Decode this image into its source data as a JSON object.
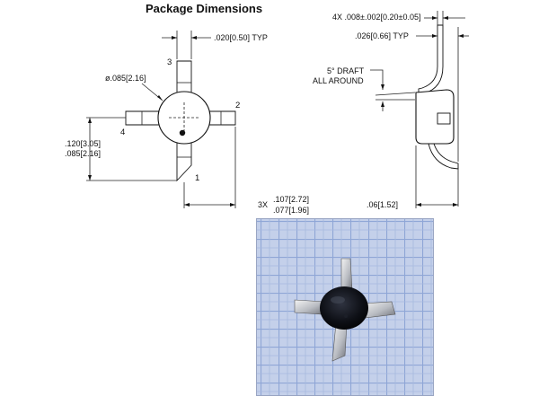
{
  "title": "Package Dimensions",
  "top_view": {
    "pin_width": ".020[0.50] TYP",
    "body_diameter": "ø.085[2.16]",
    "length_max": ".120[3.05]",
    "length_min": ".085[2.16]",
    "lead_span_count": "3X",
    "lead_span_max": ".107[2.72]",
    "lead_span_min": ".077[1.96]",
    "pins": [
      "1",
      "2",
      "3",
      "4"
    ]
  },
  "side_view": {
    "lead_thickness": "4X .008±.002[0.20±0.05]",
    "lead_pitch": ".026[0.66] TYP",
    "draft_line1": "5° DRAFT",
    "draft_line2": "ALL AROUND",
    "standoff": ".06[1.52]"
  },
  "photo": {
    "description_icon": "component-photo-on-grid",
    "grid_color": "#8fa6d6",
    "paper_color": "#c4d0ea"
  }
}
